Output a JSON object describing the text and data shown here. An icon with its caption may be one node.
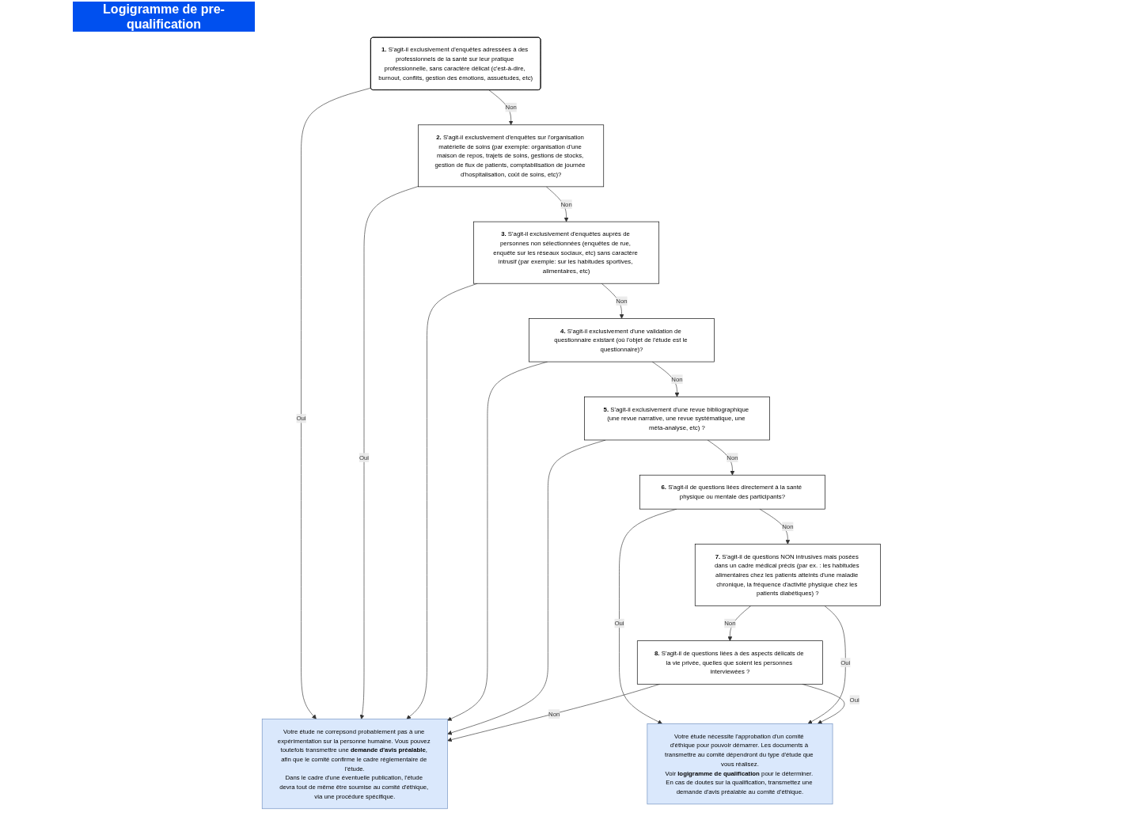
{
  "diagram": {
    "title": "Logigramme de pre-qualification",
    "nodes": [
      {
        "text": [
          "**1.** S'agit-il exclusivement d'enquêtes adressées à des professionnels de la santé sur leur pratique professionnelle, sans caractère délicat (c'est-à-dire, burnout, conflits, gestion des émotions, assuétudes, etc)"
        ]
      },
      {
        "text": [
          "Votre étude ne correpsond probablement pas à une expérimentation sur la personne humaine. Vous pouvez toutefois transmettre une **demande d'avis préalable**, afin que le comité confirme le cadre réglementaire de l'étude.",
          "Dans le cadre d'une éventuelle publication, l'étude devra tout de même être soumise au comité d'éthique, via une procédure spécifique."
        ]
      },
      {
        "text": [
          "**2.** S'agit-il exclusivement d'enquêtes sur l'organisation matérielle de soins (par exemple: organisation d'une maison de repos, trajets de soins, gestions de stocks, gestion de flux de patients, comptabilisation de journée d'hospitalisation, coût de soins, etc)?"
        ]
      },
      {
        "text": [
          "**3.** S'agit-il exclusivement d'enquêtes auprès de personnes non sélectionnées (enquêtes de rue, enquête sur les réseaux sociaux, etc) sans caractère intrusif (par exemple: sur les habitudes sportives, alimentaires, etc)"
        ]
      },
      {
        "text": [
          "**4.** S'agit-il exclusivement d'une validation de questionnaire existant (où l'objet de l'étude est le questionnaire)?"
        ]
      },
      {
        "text": [
          "**5.** S'agit-il exclusivement d'une revue bibliographique (une revue narrative, une revue systématique, une méta-analyse, etc) ?"
        ]
      },
      {
        "text": [
          "**6.** S'agit-il de questions liées directement à la santé physique ou mentale des participants?"
        ]
      },
      {
        "text": [
          "**7.** S'agit-il de questions NON intrusives mais posées dans un cadre médical précis (par ex. : les habitudes alimentaires chez les patients atteints d'une maladie chronique, la fréquence d'activité physique chez les patients diabétiques) ?"
        ]
      },
      {
        "text": [
          "Votre étude nécessite l'approbation d'un comité d'éthique pour pouvoir démarrer. Les documents à transmettre au comité dépendront du type d'étude que vous réalisez.",
          "Voir **logigramme de qualification** pour le déterminer. En cas de doutes sur la qualification, transmettez une demande d'avis préalable au comité d'éthique."
        ]
      },
      {
        "text": [
          "**8.** S'agit-il de questions liées à des aspects délicats de la vie privée, quelles que soient les personnes interviewées ?"
        ]
      }
    ],
    "edges": [
      {
        "from": 0,
        "to": 1,
        "arrow": "to",
        "label": "Oui"
      },
      {
        "from": 0,
        "to": 2,
        "arrow": "to",
        "label": "Non"
      },
      {
        "from": 2,
        "to": 1,
        "arrow": "to",
        "label": "Oui"
      },
      {
        "from": 2,
        "to": 3,
        "arrow": "to",
        "label": "Non"
      },
      {
        "from": 3,
        "to": 1,
        "arrow": "to"
      },
      {
        "from": 3,
        "to": 4,
        "arrow": "to",
        "label": "Non"
      },
      {
        "from": 4,
        "to": 1,
        "arrow": "to"
      },
      {
        "from": 4,
        "to": 5,
        "arrow": "to",
        "label": "Non"
      },
      {
        "from": 5,
        "to": 1,
        "arrow": "to"
      },
      {
        "from": 5,
        "to": 6,
        "arrow": "to",
        "label": "Non"
      },
      {
        "from": 6,
        "to": 8,
        "arrow": "to",
        "label": "Oui"
      },
      {
        "from": 6,
        "to": 7,
        "arrow": "to",
        "label": "Non"
      },
      {
        "from": 7,
        "to": 8,
        "arrow": "to",
        "label": "Oui"
      },
      {
        "from": 7,
        "to": 9,
        "arrow": "to",
        "label": "Non"
      },
      {
        "from": 9,
        "to": 1,
        "arrow": "to",
        "label": "Non"
      },
      {
        "from": 9,
        "to": 8,
        "arrow": "to",
        "label": "Oui"
      }
    ]
  }
}
